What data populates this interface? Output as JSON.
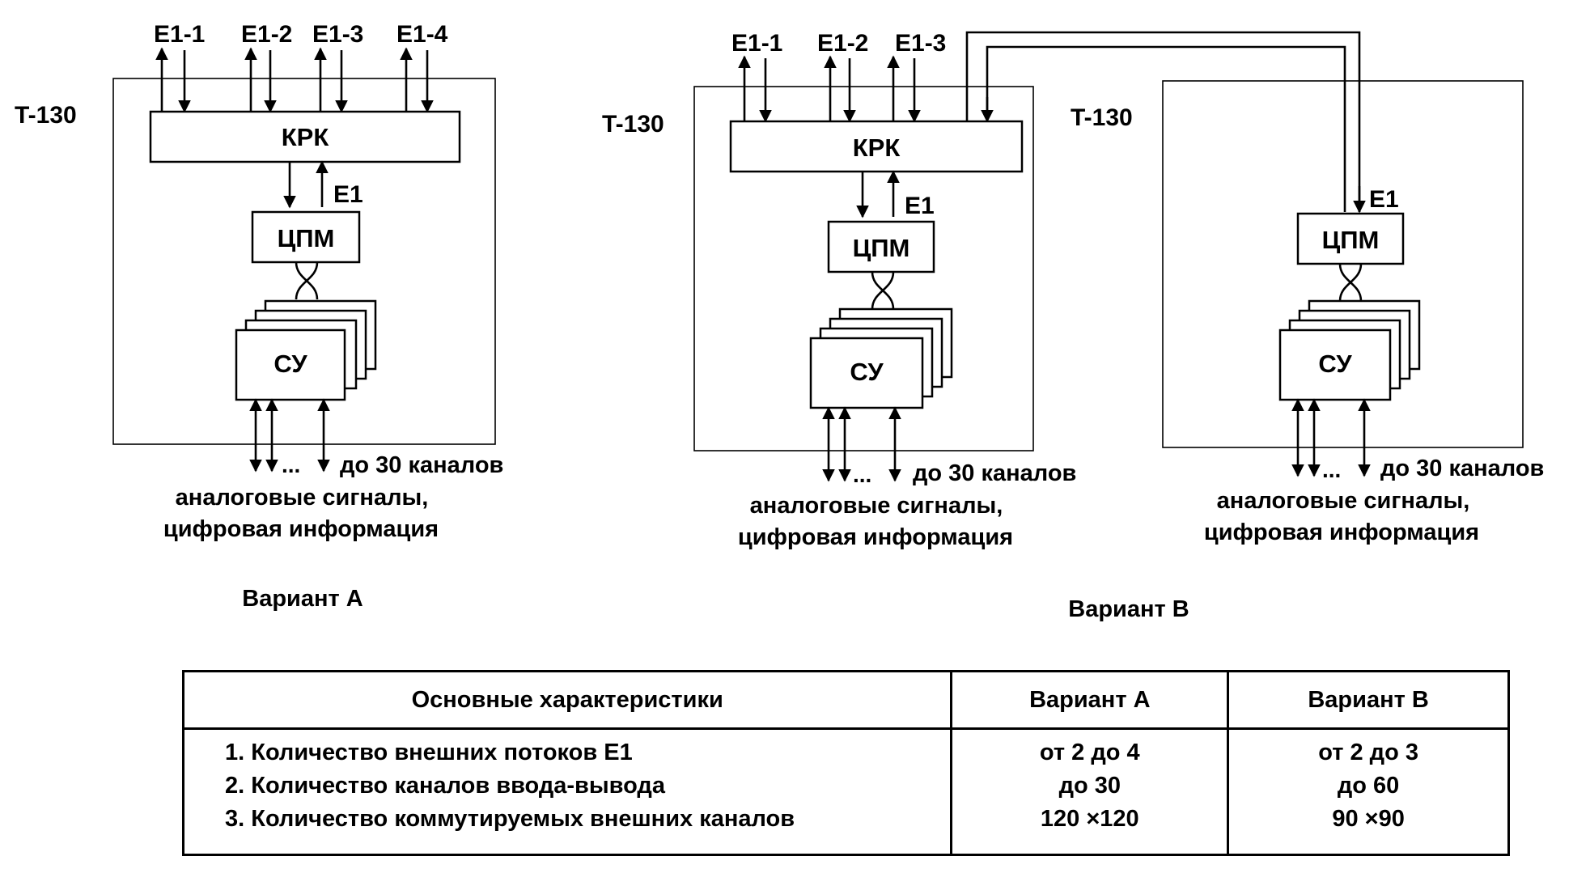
{
  "variant_a": {
    "inputs": [
      "E1-1",
      "E1-2",
      "E1-3",
      "E1-4"
    ],
    "device": "T-130",
    "krk": "КРК",
    "e1": "E1",
    "cpm": "ЦПМ",
    "su": "СУ",
    "dots": "...",
    "channels": "до 30 каналов",
    "signals_line1": "аналоговые сигналы,",
    "signals_line2": "цифровая информация",
    "caption": "Вариант A"
  },
  "variant_b": {
    "inputs": [
      "E1-1",
      "E1-2",
      "E1-3"
    ],
    "device_left": "T-130",
    "device_right": "T-130",
    "krk": "КРК",
    "e1_left": "E1",
    "e1_right": "E1",
    "cpm_left": "ЦПМ",
    "cpm_right": "ЦПМ",
    "su_left": "СУ",
    "su_right": "СУ",
    "dots": "...",
    "channels_left": "до 30 каналов",
    "channels_right": "до 30 каналов",
    "signals_left_line1": "аналоговые сигналы,",
    "signals_left_line2": "цифровая информация",
    "signals_right_line1": "аналоговые сигналы,",
    "signals_right_line2": "цифровая информация",
    "caption": "Вариант B"
  },
  "table": {
    "headers": [
      "Основные характеристики",
      "Вариант A",
      "Вариант B"
    ],
    "rows": [
      {
        "feature": "1. Количество внешних потоков E1",
        "a": "от 2 до 4",
        "b": "от 2 до 3"
      },
      {
        "feature": "2. Количество каналов ввода-вывода",
        "a": "до 30",
        "b": "до 60"
      },
      {
        "feature": "3. Количество коммутируемых внешних каналов",
        "a": "120 ×120",
        "b": "90 ×90"
      }
    ]
  }
}
